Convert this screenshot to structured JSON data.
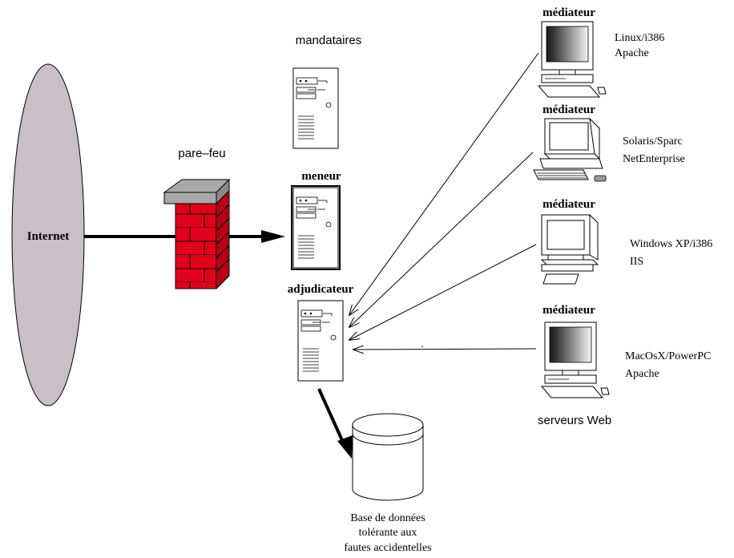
{
  "internet": {
    "label": "Internet"
  },
  "firewall": {
    "label": "pare–feu"
  },
  "proxies": {
    "label": "mandataires"
  },
  "leader": {
    "label": "meneur"
  },
  "adjudicator": {
    "label": "adjudicateur"
  },
  "database": {
    "line1": "Base de données",
    "line2": "tolérante aux",
    "line3": "fautes accidentelles"
  },
  "web_servers_label": "serveurs Web",
  "mediators": [
    {
      "title": "médiateur",
      "line1": "Linux/i386",
      "line2": "Apache"
    },
    {
      "title": "médiateur",
      "line1": "Solaris/Sparc",
      "line2": "NetEnterprise"
    },
    {
      "title": "médiateur",
      "line1": "Windows XP/i386",
      "line2": "IIS"
    },
    {
      "title": "médiateur",
      "line1": "MacOsX/PowerPC",
      "line2": "Apache"
    }
  ],
  "colors": {
    "cloud": "#c8c0c6",
    "brick": "#e1001b",
    "firewall_cap": "#a9a9a9",
    "screen_gradient": [
      "#111111",
      "#f2f2f2"
    ]
  }
}
